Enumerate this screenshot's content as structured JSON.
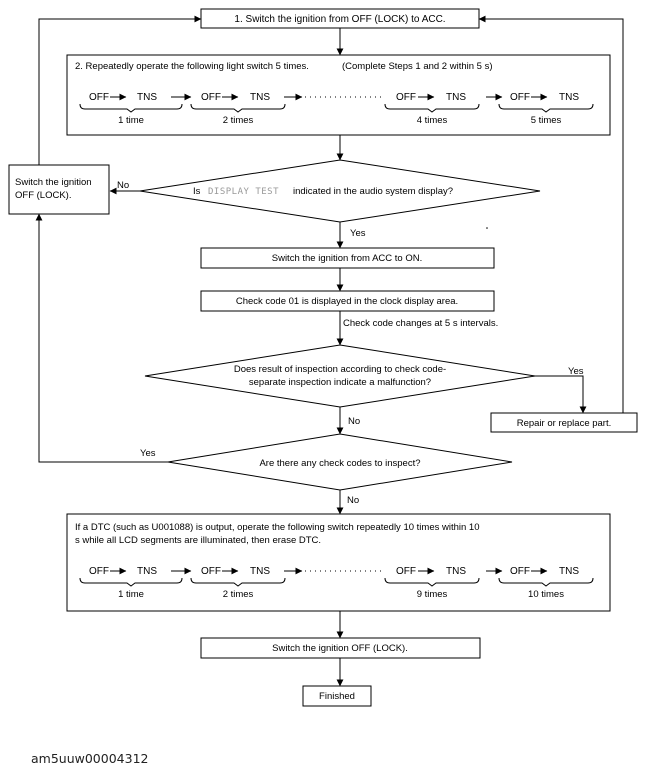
{
  "steps": {
    "step1": "1. Switch the ignition from OFF (LOCK) to ACC.",
    "step2_text": "2. Repeatedly operate the following light switch 5 times.",
    "step2_note": "(Complete Steps 1 and 2 within 5 s)",
    "off": "OFF",
    "tns": "TNS",
    "times_top": [
      "1 time",
      "2 times",
      "4 times",
      "5 times"
    ],
    "switch_off_lock_line1": "Switch the ignition",
    "switch_off_lock_line2": "OFF (LOCK).",
    "decision1_pre": "Is",
    "decision1_display": "DISPLAY TEST",
    "decision1_post": "indicated in the audio system display?",
    "no": "No",
    "yes": "Yes",
    "acc_to_on": "Switch the ignition from ACC to ON.",
    "check_code_01": "Check code 01 is displayed in the clock display area.",
    "check_code_changes": "Check code changes at 5 s intervals.",
    "decision2_line1": "Does result of inspection according to check code-",
    "decision2_line2": "separate inspection indicate a malfunction?",
    "repair": "Repair or replace part.",
    "decision3": "Are there any check codes to inspect?",
    "dtc_line1": "If a DTC (such as U001088) is output, operate the following switch repeatedly 10 times within 10",
    "dtc_line2": "s while all LCD segments are illuminated, then erase DTC.",
    "times_bottom": [
      "1 time",
      "2 times",
      "9 times",
      "10 times"
    ],
    "switch_off_final": "Switch the ignition OFF (LOCK).",
    "finished": "Finished"
  },
  "footer": {
    "reference": "am5uuw00004312"
  }
}
